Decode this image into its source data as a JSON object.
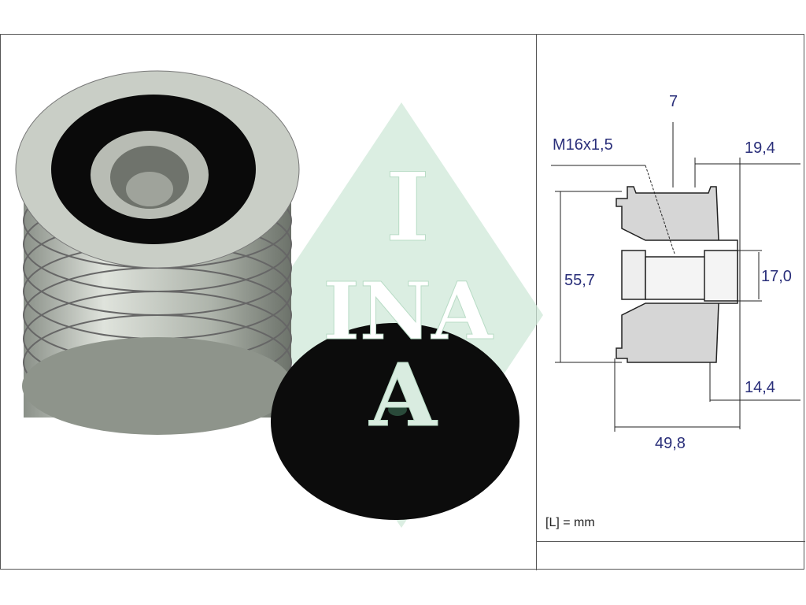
{
  "logo": {
    "text": "INA",
    "color": "#2e9e5a"
  },
  "dimensions": {
    "grooves": "7",
    "thread": "M16x1,5",
    "width_right": "19,4",
    "outer_diameter": "55,7",
    "bore": "17,0",
    "hub_width": "14,4",
    "total_width": "49,8"
  },
  "unit_note": "[L] = mm",
  "colors": {
    "dimension_text": "#2a2f7a",
    "cap": "#0c0c0c"
  }
}
